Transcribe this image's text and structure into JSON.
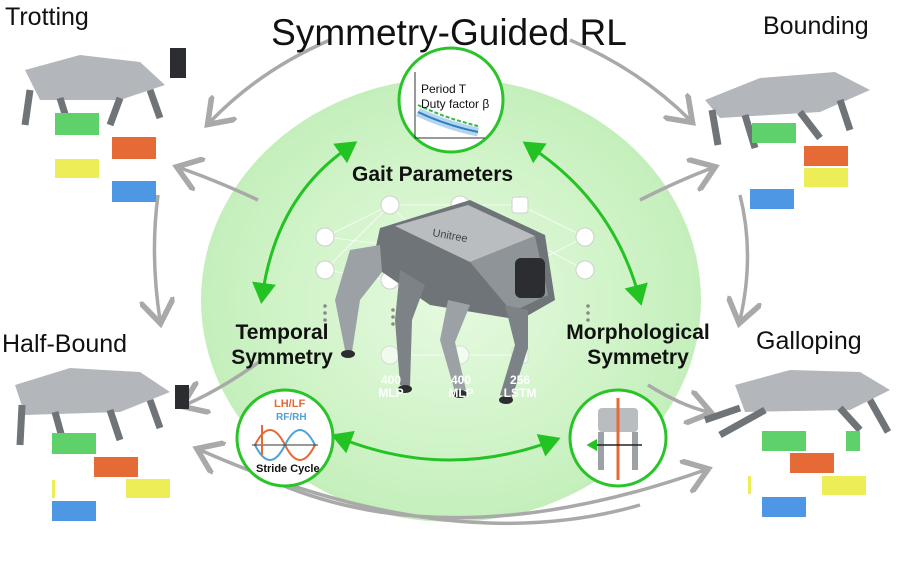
{
  "title": "Symmetry-Guided RL",
  "gaits": {
    "trotting": "Trotting",
    "bounding": "Bounding",
    "half_bound": "Half-Bound",
    "galloping": "Galloping"
  },
  "center": {
    "gait_parameters": "Gait Parameters",
    "temporal_symmetry": [
      "Temporal",
      "Symmetry"
    ],
    "morphological_symmetry": [
      "Morphological",
      "Symmetry"
    ]
  },
  "gait_param_inset": {
    "period": "Period T",
    "duty_factor": "Duty factor β"
  },
  "stride_inset": {
    "legs_top": "LH/LF",
    "legs_bottom": "RF/RH",
    "caption": "Stride Cycle"
  },
  "network": {
    "layer1": [
      "400",
      "MLP"
    ],
    "layer2": [
      "400",
      "MLP"
    ],
    "layer3": [
      "256",
      "LSTM"
    ]
  },
  "robot_label": "Unitree",
  "colors": {
    "green_arrow": "#22c322",
    "green_ring": "#28c428",
    "blob": "#c9f2c1",
    "grey_arrow": "#a9a9a9",
    "footstep_green": "#5fd16a",
    "footstep_orange": "#e56a35",
    "footstep_yellow": "#eded58",
    "footstep_blue": "#4d97e5"
  }
}
